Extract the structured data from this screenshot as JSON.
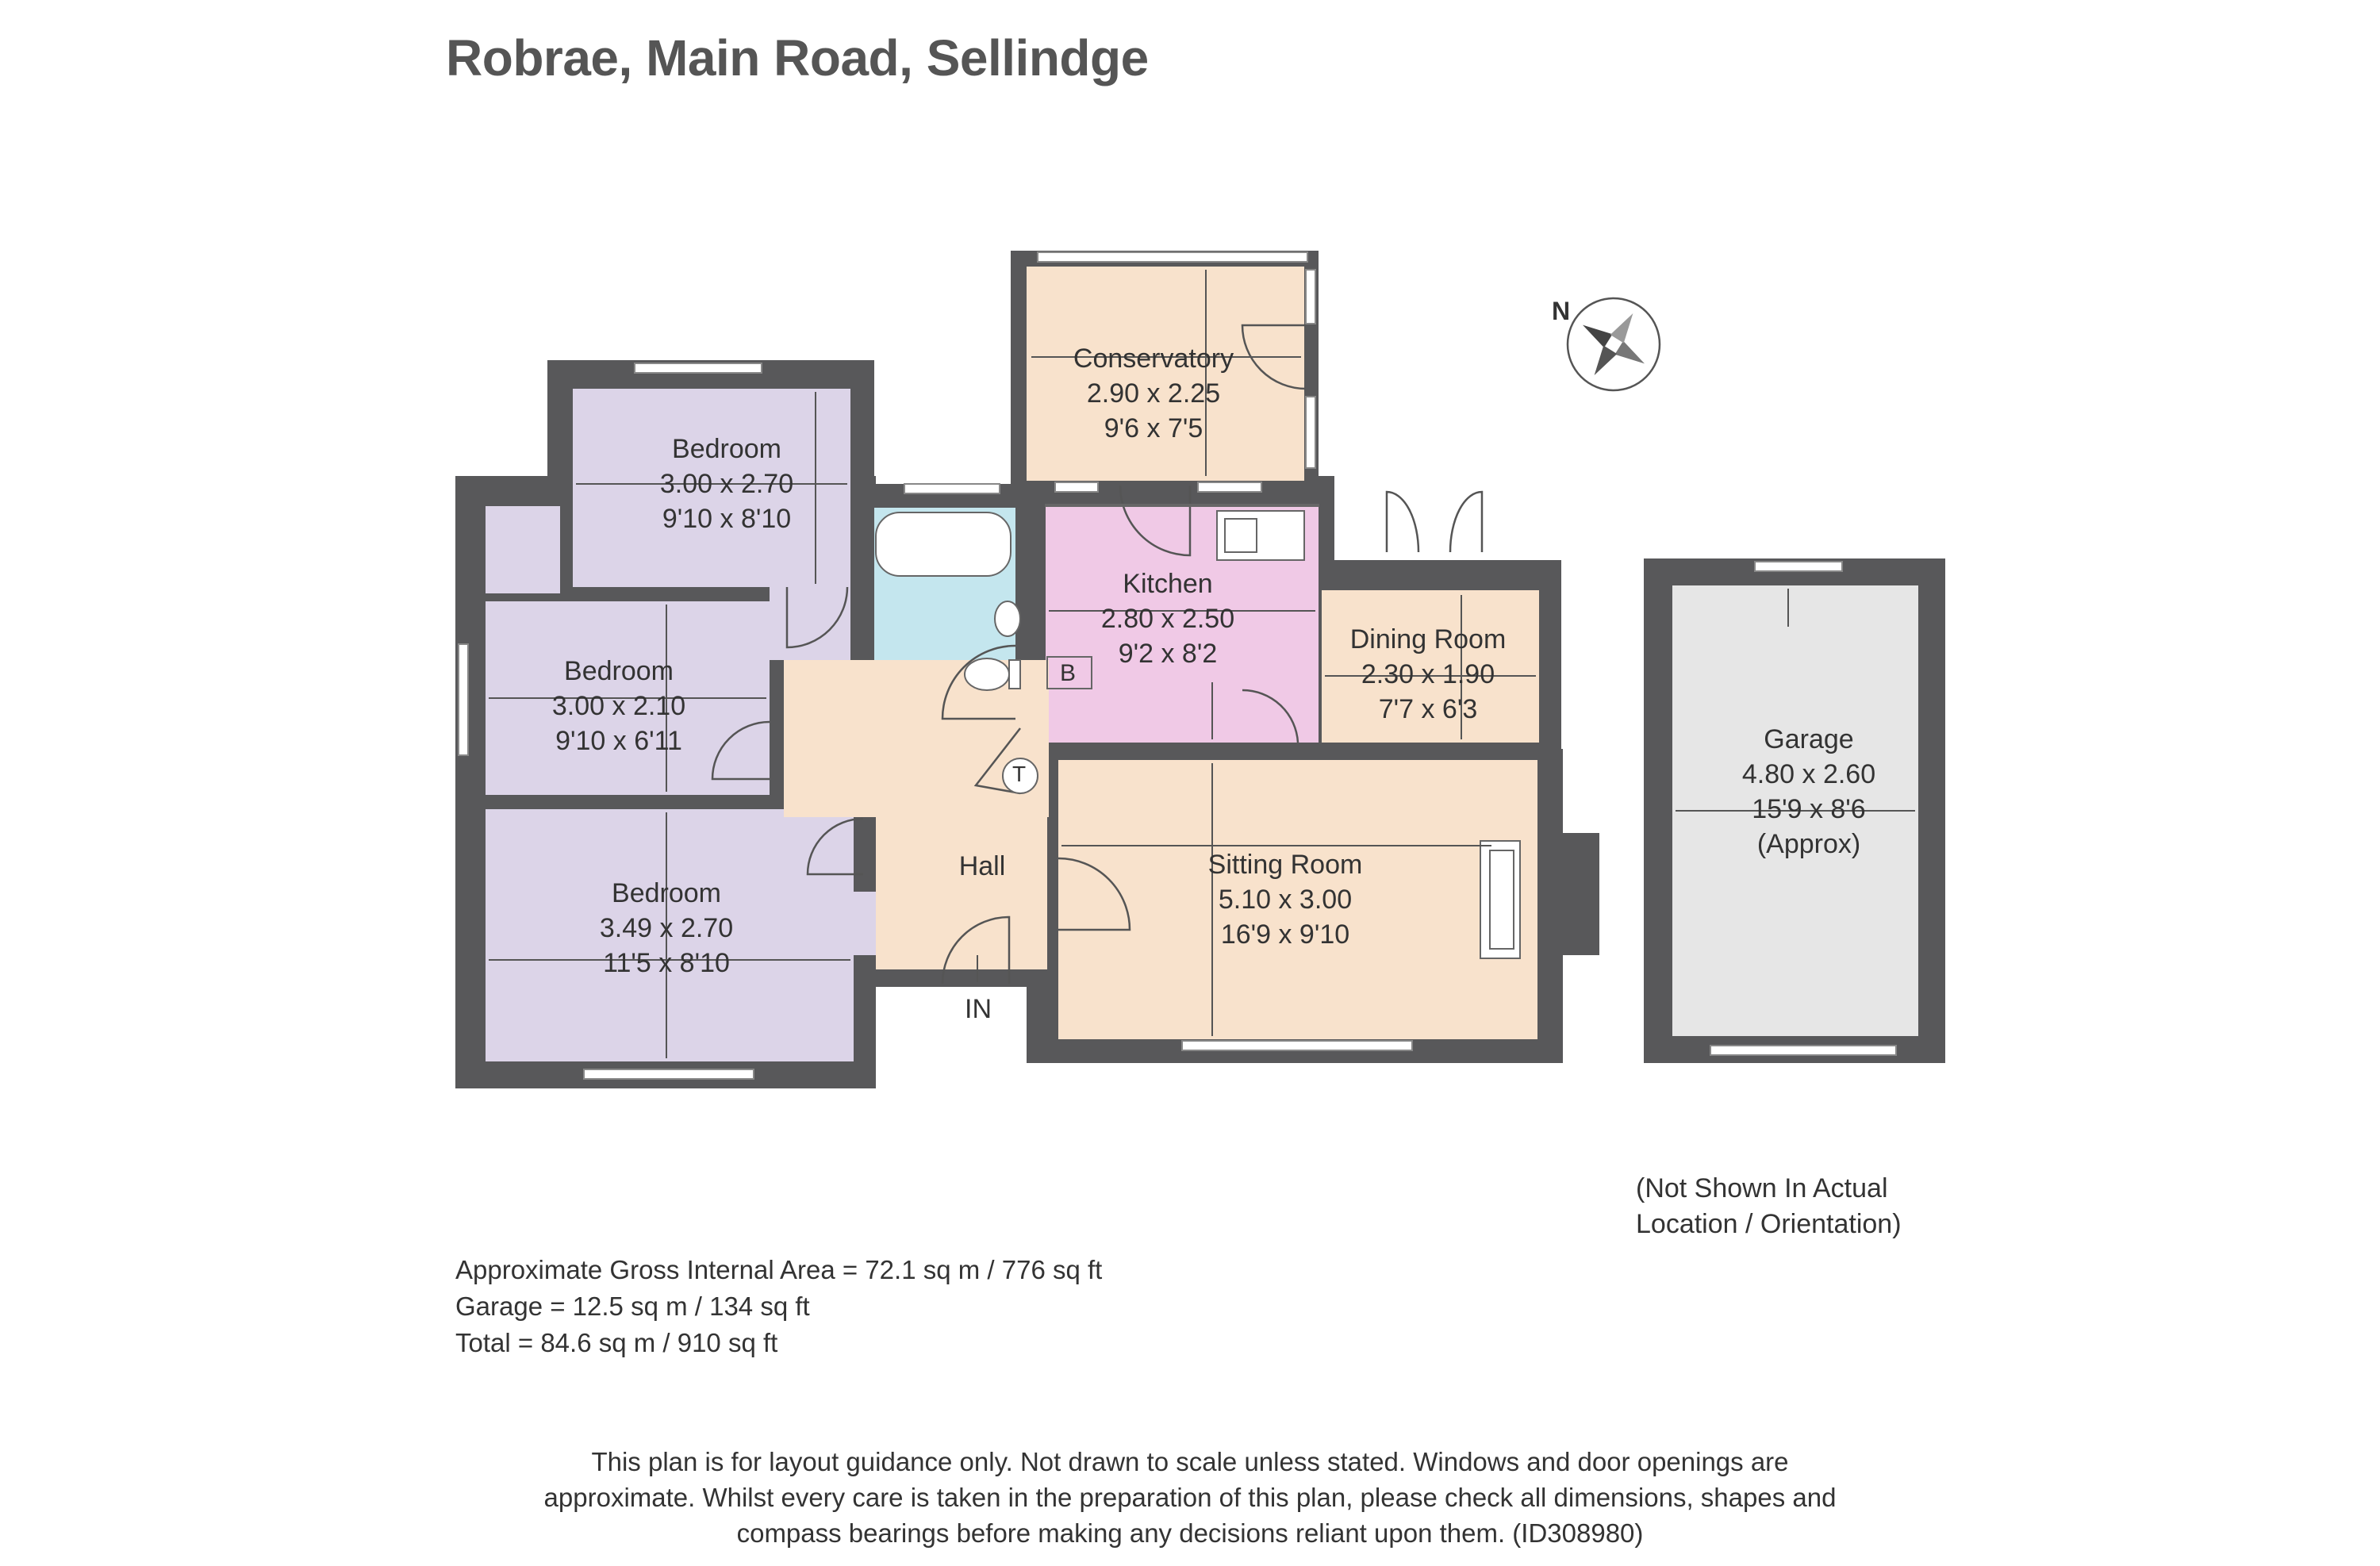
{
  "title": "Robrae, Main Road, Sellindge",
  "rooms": {
    "conservatory": {
      "name": "Conservatory",
      "metric": "2.90 x 2.25",
      "imperial": "9'6 x 7'5"
    },
    "bedroom1": {
      "name": "Bedroom",
      "metric": "3.00 x 2.70",
      "imperial": "9'10 x 8'10"
    },
    "bedroom2": {
      "name": "Bedroom",
      "metric": "3.00 x 2.10",
      "imperial": "9'10 x 6'11"
    },
    "bedroom3": {
      "name": "Bedroom",
      "metric": "3.49 x 2.70",
      "imperial": "11'5 x 8'10"
    },
    "kitchen": {
      "name": "Kitchen",
      "metric": "2.80 x 2.50",
      "imperial": "9'2 x 8'2"
    },
    "dining": {
      "name": "Dining Room",
      "metric": "2.30 x 1.90",
      "imperial": "7'7 x 6'3"
    },
    "hall": {
      "name": "Hall"
    },
    "sitting": {
      "name": "Sitting Room",
      "metric": "5.10 x 3.00",
      "imperial": "16'9 x 9'10"
    },
    "garage": {
      "name": "Garage",
      "metric": "4.80 x 2.60",
      "imperial": "15'9 x 8'6",
      "note": "(Approx)"
    }
  },
  "labels": {
    "boiler": "B",
    "tank": "T",
    "entrance": "IN",
    "north": "N"
  },
  "garage_note": {
    "line1": "(Not Shown In Actual",
    "line2": "Location / Orientation)"
  },
  "areas": {
    "gross": "Approximate Gross Internal Area = 72.1 sq m / 776 sq ft",
    "garage": "Garage = 12.5 sq m / 134 sq ft",
    "total": "Total = 84.6 sq m / 910 sq ft"
  },
  "disclaimer": "This plan is for layout guidance only. Not drawn to scale unless stated. Windows and door openings are approximate. Whilst every care is taken in the preparation of this plan, please check all dimensions, shapes and compass bearings before making any decisions reliant upon them. (ID308980)",
  "colors": {
    "wall": "#58585a",
    "bedroom": "#dcd4e8",
    "bathroom": "#c4e6ee",
    "kitchen": "#f0c9e6",
    "living": "#f8e2cc",
    "garage": "#e6e6e6"
  }
}
